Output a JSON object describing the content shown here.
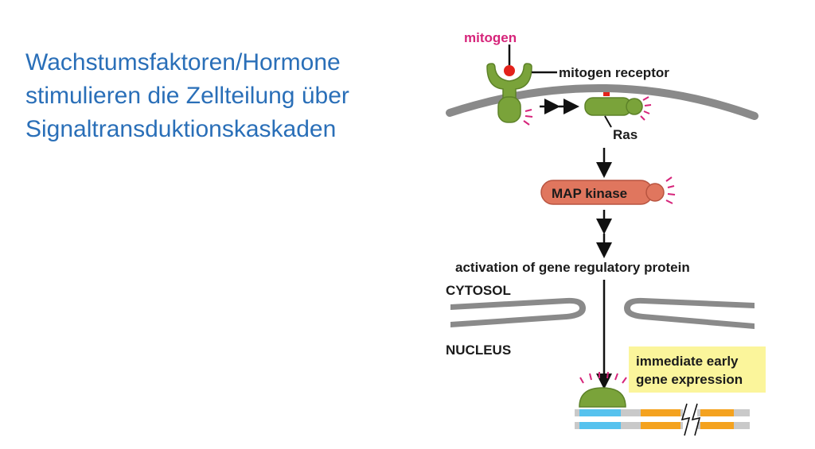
{
  "slide": {
    "title_lines": [
      "Wachstumsfaktoren/Hormone",
      "stimulieren die Zellteilung über",
      "Signaltransduktionskaskaden"
    ]
  },
  "diagram": {
    "labels": {
      "mitogen": "mitogen",
      "mitogen_receptor": "mitogen receptor",
      "ras": "Ras",
      "map_kinase": "MAP kinase",
      "activation": "activation of gene regulatory protein",
      "cytosol": "CYTOSOL",
      "nucleus": "NUCLEUS",
      "gene_expression_line1": "immediate early",
      "gene_expression_line2": "gene expression"
    },
    "colors": {
      "title": "#2a6fb8",
      "membrane": "#8a8a8a",
      "protein_green": "#7aa33a",
      "mitogen_red": "#e3221b",
      "mitogen_label": "#d6247a",
      "map_kinase": "#e0765e",
      "activation_rays": "#d6247a",
      "highlight_yellow": "#fbf59b",
      "dna_blue": "#56c2ee",
      "dna_orange": "#f4a21f",
      "dna_gray": "#c9c9c9"
    }
  }
}
